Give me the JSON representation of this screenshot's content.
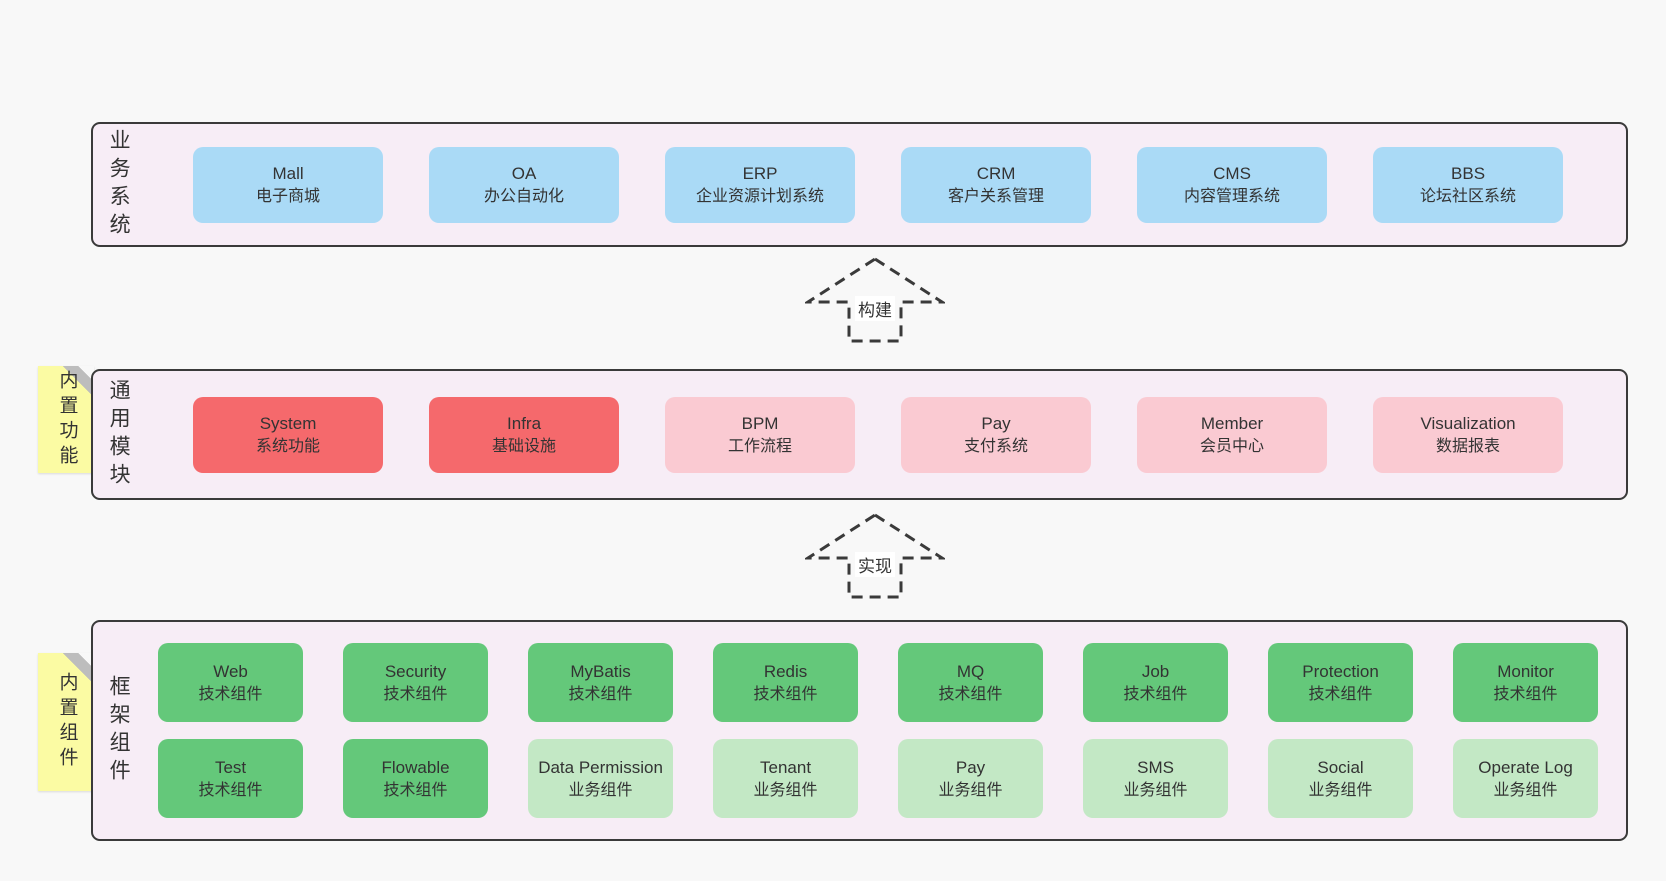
{
  "colors": {
    "page_bg": "#f8f8f8",
    "container_bg": "#f7edf6",
    "container_border": "#3a3a3a",
    "blue": "#aadaf6",
    "red": "#f5696c",
    "pink": "#facad2",
    "green": "#64c87a",
    "green_light": "#c3e8c5",
    "sticky_bg": "#fbfba3",
    "sticky_fold": "#bdbdbd",
    "text": "#333333"
  },
  "arrows": [
    {
      "label": "构建"
    },
    {
      "label": "实现"
    }
  ],
  "sections": [
    {
      "label": "业务系统",
      "boxes": [
        {
          "name": "Mall",
          "desc": "电子商城"
        },
        {
          "name": "OA",
          "desc": "办公自动化"
        },
        {
          "name": "ERP",
          "desc": "企业资源计划系统"
        },
        {
          "name": "CRM",
          "desc": "客户关系管理"
        },
        {
          "name": "CMS",
          "desc": "内容管理系统"
        },
        {
          "name": "BBS",
          "desc": "论坛社区系统"
        }
      ]
    },
    {
      "label": "通用模块",
      "sticky": "内置功能",
      "boxes": [
        {
          "name": "System",
          "desc": "系统功能"
        },
        {
          "name": "Infra",
          "desc": "基础设施"
        },
        {
          "name": "BPM",
          "desc": "工作流程"
        },
        {
          "name": "Pay",
          "desc": "支付系统"
        },
        {
          "name": "Member",
          "desc": "会员中心"
        },
        {
          "name": "Visualization",
          "desc": "数据报表"
        }
      ]
    },
    {
      "label": "框架组件",
      "sticky": "内置组件",
      "rows": [
        [
          {
            "name": "Web",
            "desc": "技术组件"
          },
          {
            "name": "Security",
            "desc": "技术组件"
          },
          {
            "name": "MyBatis",
            "desc": "技术组件"
          },
          {
            "name": "Redis",
            "desc": "技术组件"
          },
          {
            "name": "MQ",
            "desc": "技术组件"
          },
          {
            "name": "Job",
            "desc": "技术组件"
          },
          {
            "name": "Protection",
            "desc": "技术组件"
          },
          {
            "name": "Monitor",
            "desc": "技术组件"
          }
        ],
        [
          {
            "name": "Test",
            "desc": "技术组件"
          },
          {
            "name": "Flowable",
            "desc": "技术组件"
          },
          {
            "name": "Data Permission",
            "desc": "业务组件"
          },
          {
            "name": "Tenant",
            "desc": "业务组件"
          },
          {
            "name": "Pay",
            "desc": "业务组件"
          },
          {
            "name": "SMS",
            "desc": "业务组件"
          },
          {
            "name": "Social",
            "desc": "业务组件"
          },
          {
            "name": "Operate Log",
            "desc": "业务组件"
          }
        ]
      ]
    }
  ]
}
